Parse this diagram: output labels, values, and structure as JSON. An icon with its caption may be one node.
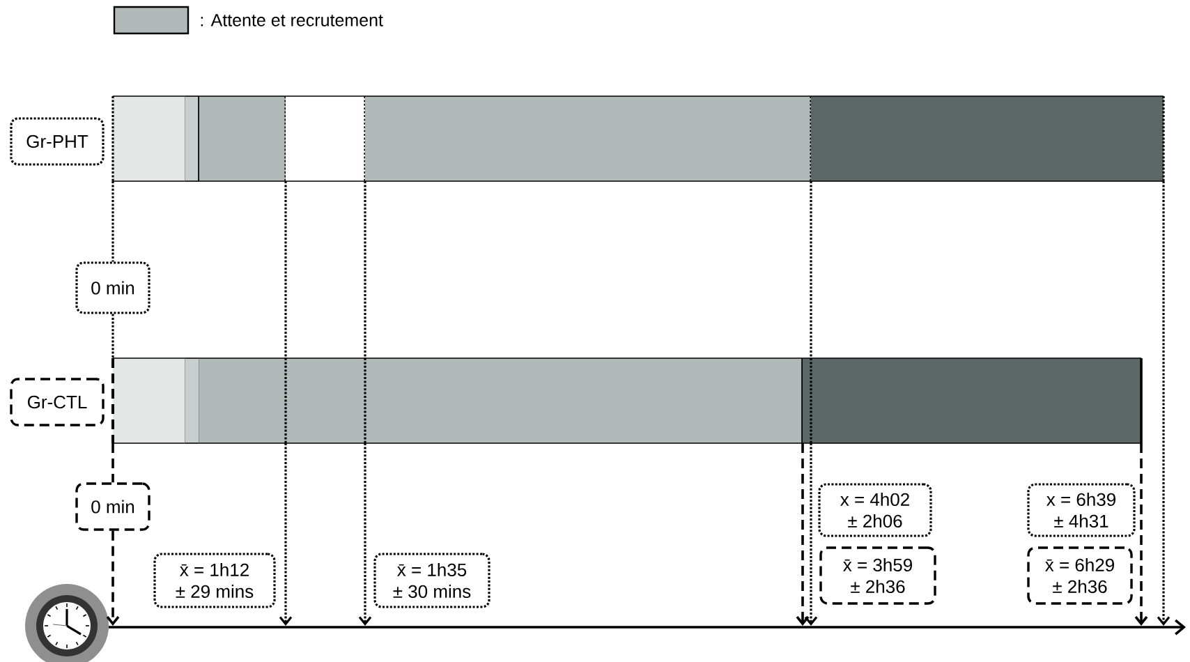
{
  "diagram": {
    "nodes": [
      {
        "text": [
          "Gr-PHT"
        ]
      },
      {
        "text": [],
        "shape": "bar"
      },
      {
        "text": [],
        "shape": "bar"
      },
      {
        "text": [],
        "shape": "bar"
      },
      {
        "text": [],
        "shape": "bar"
      },
      {
        "text": [],
        "shape": "bar"
      },
      {
        "text": [],
        "shape": "bar"
      },
      {
        "text": [
          "0 min"
        ]
      },
      {
        "text": [
          "Gr-CTL"
        ]
      },
      {
        "text": [],
        "shape": "bar"
      },
      {
        "text": [],
        "shape": "bar"
      },
      {
        "text": [],
        "shape": "bar"
      },
      {
        "text": [],
        "shape": "bar"
      },
      {
        "text": [
          "0 min"
        ]
      },
      {
        "text": [
          "x̄ = 1h12",
          "± 29 mins"
        ]
      },
      {
        "text": [
          "x̄ = 1h35",
          "± 30 mins"
        ]
      },
      {
        "text": [
          "x = 4h02",
          "± 2h06"
        ]
      },
      {
        "text": [
          "x̄ = 3h59",
          "± 2h36"
        ]
      },
      {
        "text": [
          "x = 6h39",
          "± 4h31"
        ]
      },
      {
        "text": [
          "x̄ = 6h29",
          "± 2h36"
        ]
      },
      {
        "text": [],
        "shape": "arrow"
      }
    ],
    "edges": [
      {
        "from": 1,
        "to": 7,
        "arrow": "none"
      },
      {
        "from": 7,
        "to": 9,
        "arrow": "none"
      },
      {
        "from": 9,
        "to": 13,
        "arrow": "none",
        "style": "dashed"
      },
      {
        "from": 13,
        "to": 20,
        "arrow": "to",
        "style": "dashed"
      },
      {
        "from": 3,
        "to": 11,
        "arrow": "none"
      },
      {
        "from": 11,
        "to": 20,
        "arrow": "to"
      },
      {
        "from": 4,
        "to": 11,
        "arrow": "none"
      },
      {
        "from": 11,
        "to": 20,
        "arrow": "to"
      },
      {
        "from": 5,
        "to": 12,
        "arrow": "none"
      },
      {
        "from": 12,
        "to": 20,
        "arrow": "to"
      },
      {
        "from": 6,
        "to": 20,
        "arrow": "to"
      },
      {
        "from": 11,
        "to": 20,
        "arrow": "to",
        "style": "dashed"
      },
      {
        "from": 12,
        "to": 20,
        "arrow": "to",
        "style": "dashed"
      }
    ],
    "legend": [
      {
        "text": ": Attente et recrutement",
        "color": "#b1bab8"
      }
    ]
  }
}
